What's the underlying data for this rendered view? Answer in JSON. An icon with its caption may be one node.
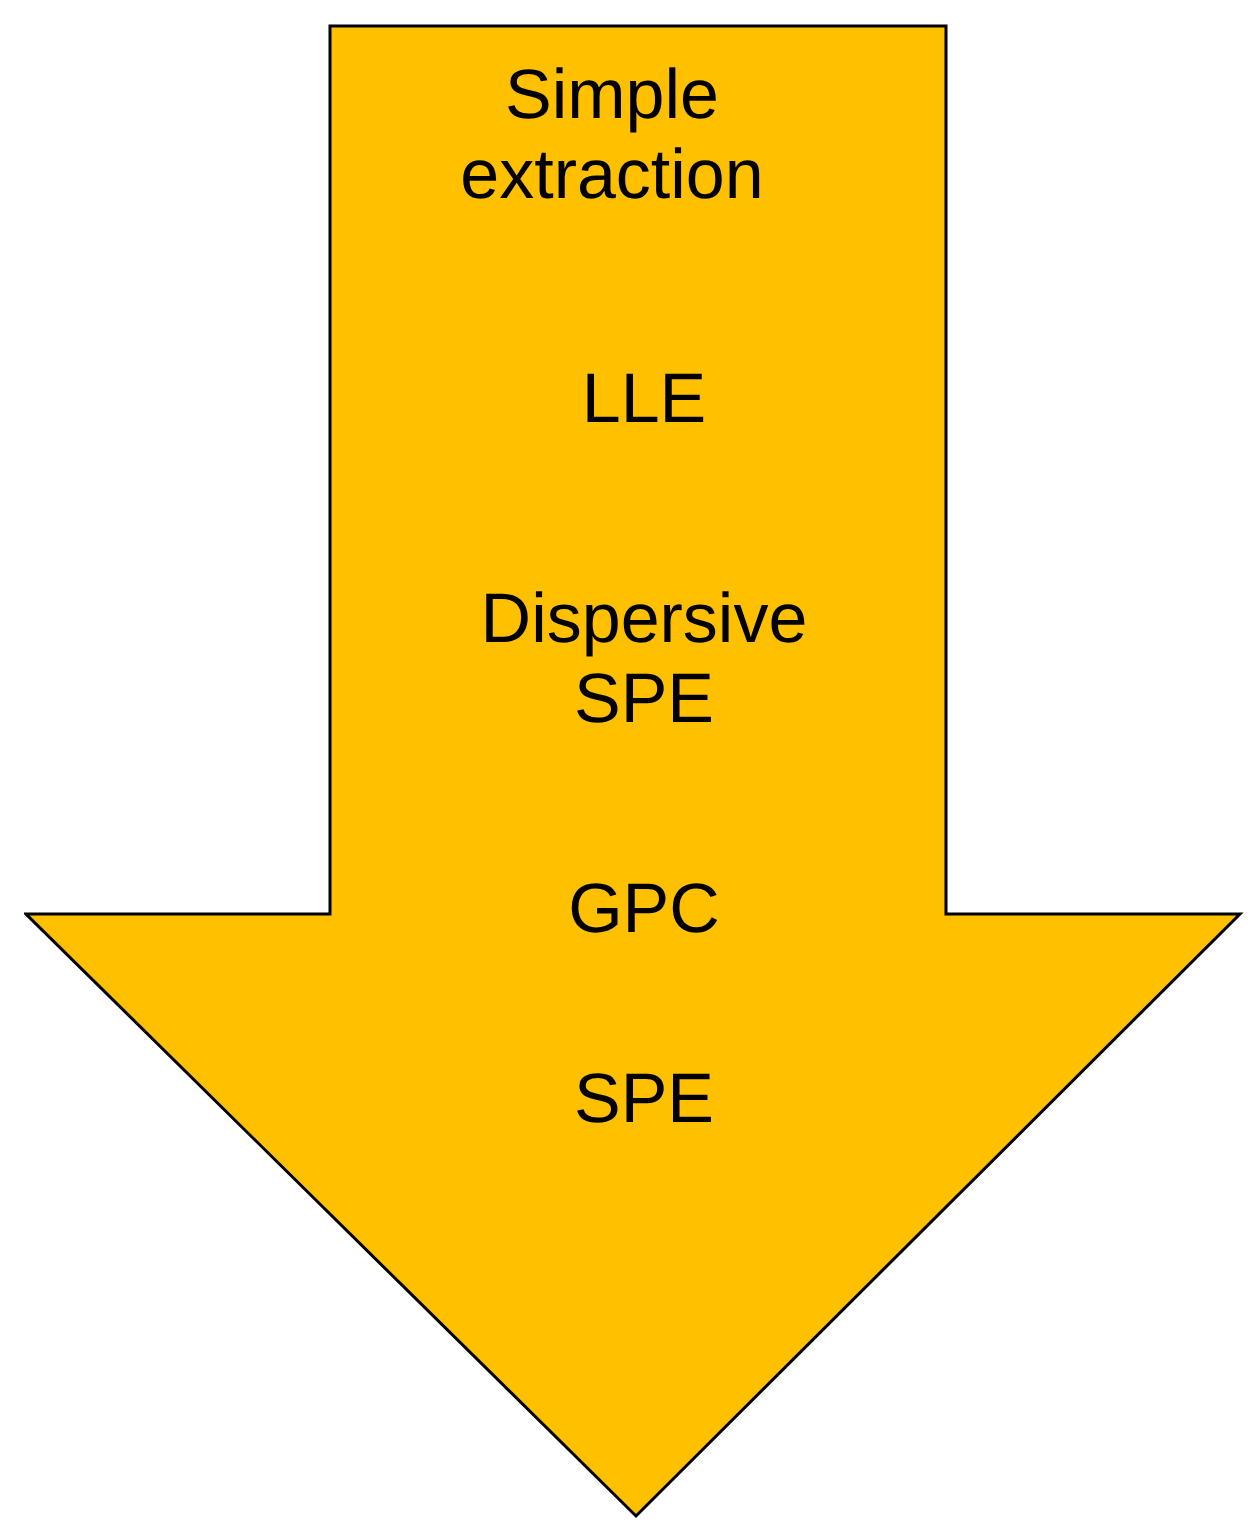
{
  "diagram": {
    "nodes": [
      {
        "text": [
          "Simple extraction",
          "LLE",
          "Dispersive SPE",
          "GPC",
          "SPE"
        ]
      }
    ]
  }
}
